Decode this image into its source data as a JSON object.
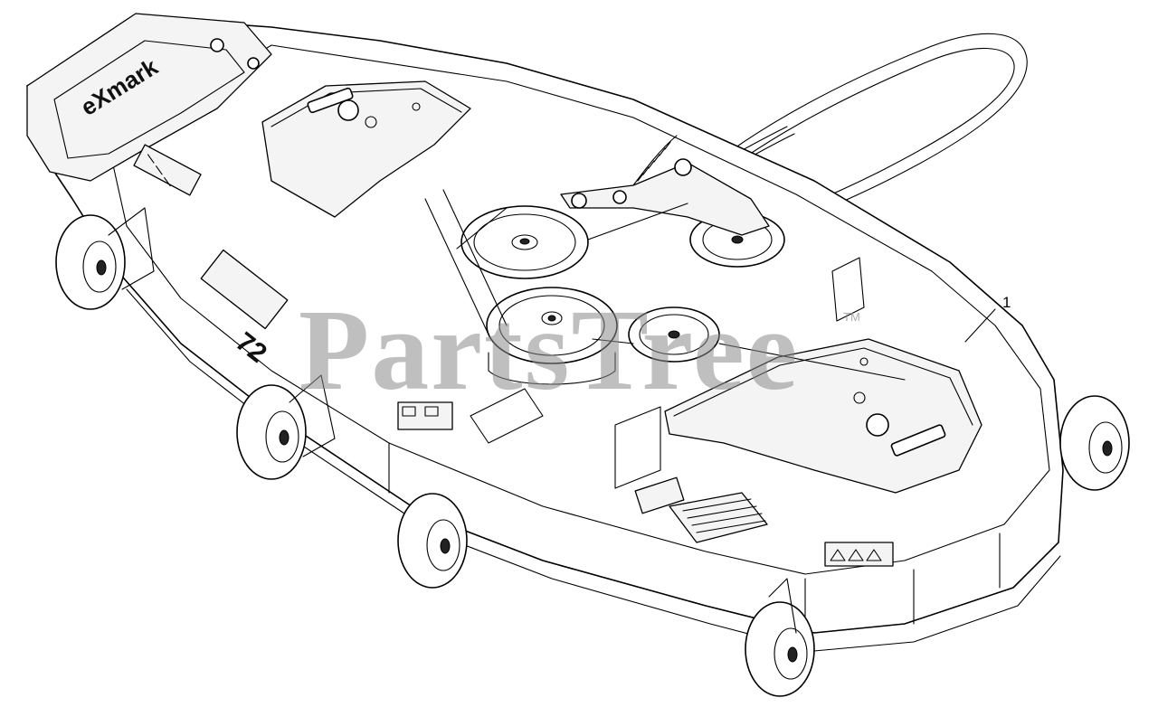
{
  "diagram": {
    "callouts": [
      {
        "label": "1"
      }
    ],
    "watermark": "PartsTree",
    "watermark_tm": "TM",
    "brand_mark": "eXmark",
    "deck_size": "72"
  },
  "colors": {
    "line": "#000000",
    "fill": "#ffffff",
    "watermark": "#8a8a8a"
  }
}
